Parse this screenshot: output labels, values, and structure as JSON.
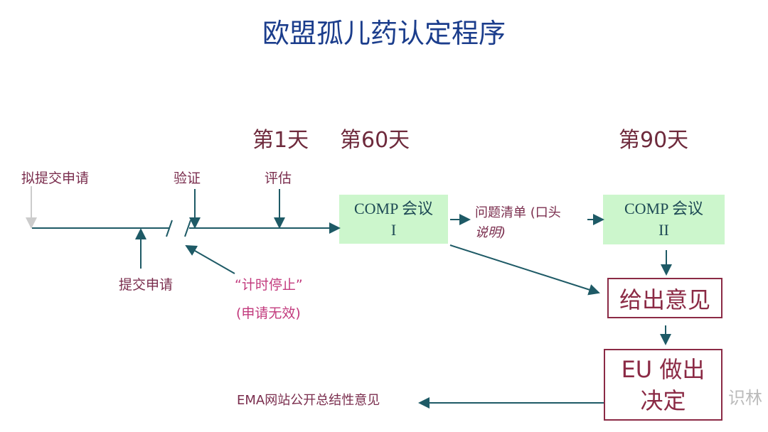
{
  "title": "欧盟孤儿药认定程序",
  "days": [
    "第1天",
    "第60天",
    "第90天"
  ],
  "labels": {
    "pre_submit": "拟提交申请",
    "validate": "验证",
    "assess": "评估",
    "submit": "提交申请",
    "clock_stop": "“计时停止”",
    "invalid": "(申请无效)",
    "questions_1": "问题清单 (口头",
    "questions_2": "说明)",
    "ema": "EMA网站公开总结性意见"
  },
  "boxes": {
    "comp1_l1": "COMP 会议",
    "comp1_l2": "I",
    "comp2_l1": "COMP 会议",
    "comp2_l2": "II",
    "opinion": "给出意见",
    "decision_l1": "EU 做出",
    "decision_l2": "决定"
  },
  "watermark": "识林",
  "colors": {
    "title": "#1b3d8c",
    "arrow": "#1e5a66",
    "green": "#ccf6cc",
    "maroon": "#8b2a45"
  }
}
